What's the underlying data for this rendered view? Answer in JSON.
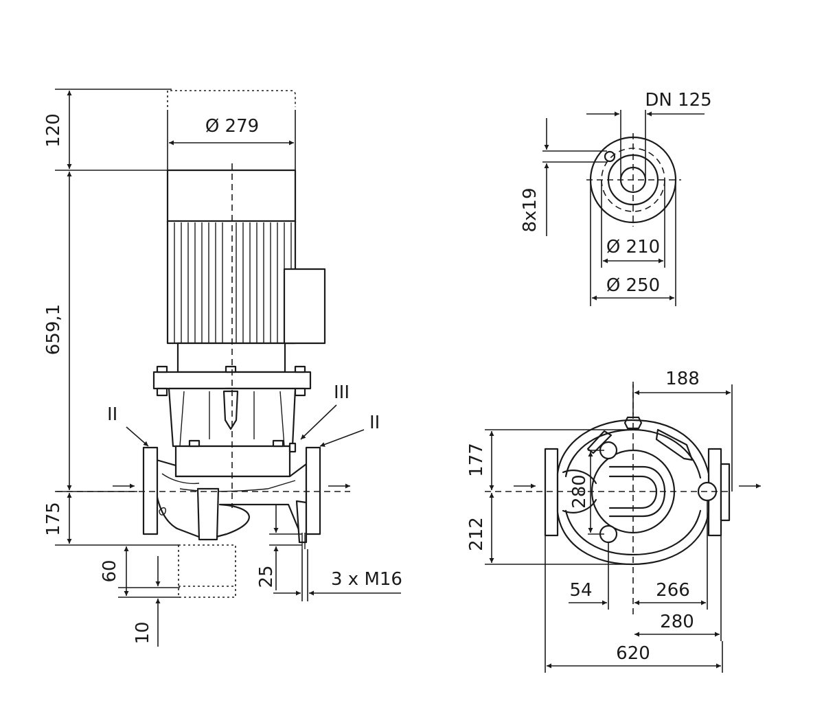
{
  "side_view": {
    "height_motor_clearance": "120",
    "height_total": "659,1",
    "height_lower": "175",
    "motor_diameter": "Ø 279",
    "base_60": "60",
    "base_10": "10",
    "foot_25": "25",
    "foot_bolts": "3 x M16",
    "vent_left": "II",
    "vent_right": "II",
    "vent_top": "III"
  },
  "flange_view": {
    "nominal_size": "DN 125",
    "bolt_holes": "8x19",
    "bolt_circle": "Ø 210",
    "flange_diameter": "Ø 250"
  },
  "top_view": {
    "offset_188": "188",
    "height_177": "177",
    "height_212": "212",
    "foot_spacing": "280",
    "width_54": "54",
    "width_266": "266",
    "width_280": "280",
    "overall_length": "620"
  }
}
